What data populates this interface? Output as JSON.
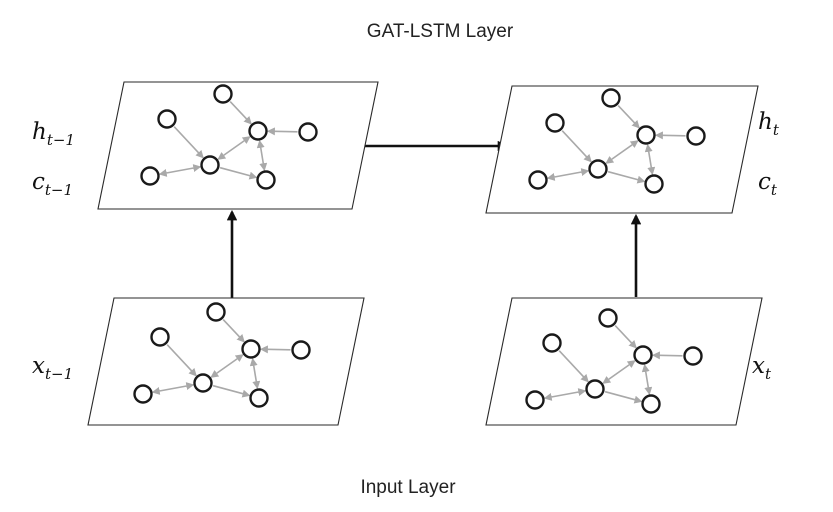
{
  "diagram": {
    "top_title": "GAT-LSTM Layer",
    "bottom_title": "Input Layer",
    "labels": {
      "h_prev": {
        "main": "h",
        "sub": "t−1"
      },
      "c_prev": {
        "main": "c",
        "sub": "t−1"
      },
      "h_cur": {
        "main": "h",
        "sub": "t"
      },
      "c_cur": {
        "main": "c",
        "sub": "t"
      },
      "x_prev": {
        "main": "x",
        "sub": "t−1"
      },
      "x_cur": {
        "main": "x",
        "sub": "t"
      }
    },
    "colors": {
      "node_stroke": "#1a1a1a",
      "edge": "#a9a9a9",
      "flow_arrow": "#111111",
      "panel_border": "#2a2a2a"
    }
  }
}
